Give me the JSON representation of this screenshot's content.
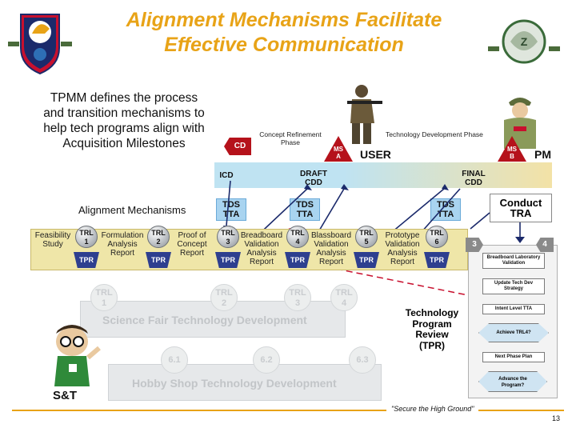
{
  "title_line1": "Alignment Mechanisms Facilitate",
  "title_line2": "Effective Communication",
  "intro_lines": [
    "TPMM defines the process",
    "and transition mechanisms to",
    "help tech programs align with",
    "Acquisition Milestones"
  ],
  "mechanisms_label": "Alignment Mechanisms",
  "phases": {
    "concept_refinement": "Concept Refinement\nPhase",
    "technology_development": "Technology Development Phase",
    "cd": "CD",
    "ms_a": "MS\nA",
    "ms_b": "MS\nB",
    "user": "USER",
    "pm": "PM"
  },
  "documents": {
    "icd": "ICD",
    "draft_cdd": "DRAFT\nCDD",
    "final_cdd": "FINAL\nCDD"
  },
  "tds": [
    "TDS\nTTA",
    "TDS\nTTA",
    "TDS\nTTA"
  ],
  "conduct_tra": "Conduct\nTRA",
  "stages": [
    "Feasibility\nStudy",
    "Formulation\nAnalysis\nReport",
    "Proof of\nConcept\nReport",
    "Breadboard\nValidation\nAnalysis\nReport",
    "Blassboard\nValidation\nAnalysis\nReport",
    "Prototype\nValidation\nAnalysis\nReport"
  ],
  "trl_labels": [
    "TRL\n1",
    "TRL\n2",
    "TRL\n3",
    "TRL\n4",
    "TRL\n5",
    "TRL\n6"
  ],
  "tpr_label": "TPR",
  "science_fair": {
    "label": "Science Fair Technology Development",
    "trls": [
      "TRL\n1",
      "TRL\n2",
      "TRL\n3",
      "TRL\n4"
    ]
  },
  "hobby_shop": {
    "label": "Hobby Shop Technology Development",
    "nums": [
      "6.1",
      "6.2",
      "6.3"
    ]
  },
  "tpr_review": "Technology\nProgram\nReview\n(TPR)",
  "process_steps": [
    "Breadboard Laboratory\nValidation",
    "Update Tech Dev\nStrategy",
    "Intent Level TTA",
    "Achieve TRL4?",
    "Next Phase Plan",
    "Advance the\nProgram?"
  ],
  "step_badges": [
    "3",
    "4"
  ],
  "st_label": "S&T",
  "motto": "\"Secure the High Ground\"",
  "page_number": "13"
}
